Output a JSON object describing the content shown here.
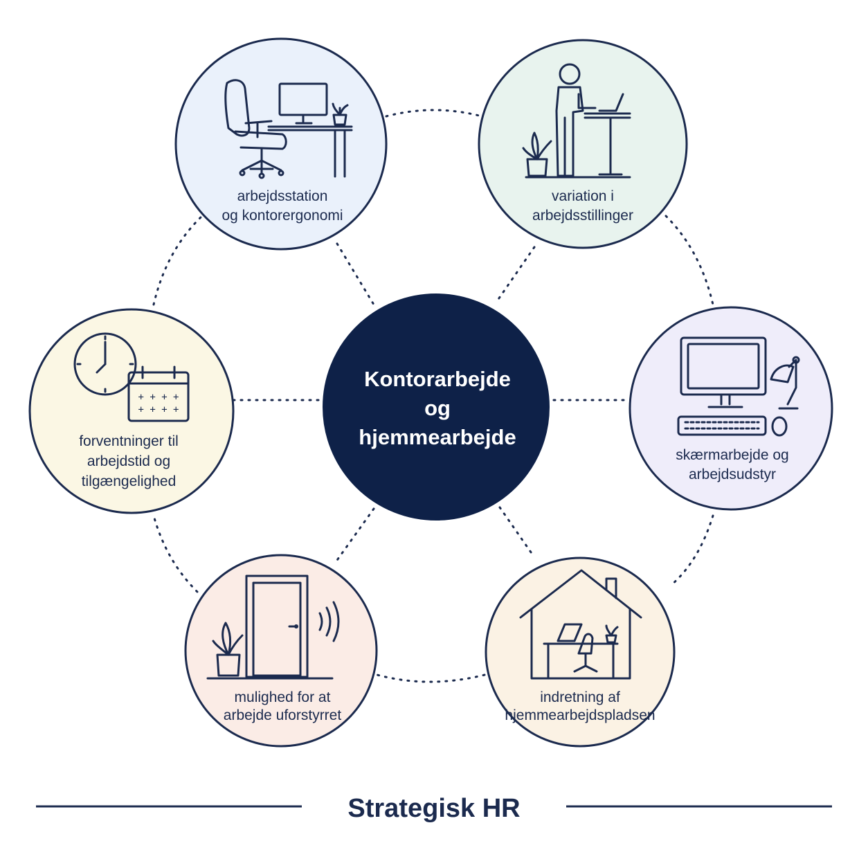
{
  "center": {
    "lines": [
      "Kontorarbejde",
      "og",
      "hjemmearbejde"
    ]
  },
  "nodes": [
    {
      "id": "workstation",
      "lines": [
        "arbejdsstation",
        "og kontorergonomi"
      ],
      "icon": "office-chair-desk-icon",
      "fill": "#eaf1fb"
    },
    {
      "id": "postures",
      "lines": [
        "variation i",
        "arbejdsstillinger"
      ],
      "icon": "standing-desk-icon",
      "fill": "#e8f3ee"
    },
    {
      "id": "screen",
      "lines": [
        "skærmarbejde og",
        "arbejdsudstyr"
      ],
      "icon": "monitor-keyboard-icon",
      "fill": "#efedfa"
    },
    {
      "id": "homeoffice",
      "lines": [
        "indretning af",
        "hjemmearbejdspladsen"
      ],
      "icon": "house-desk-icon",
      "fill": "#fbf2e4"
    },
    {
      "id": "undisturbed",
      "lines": [
        "mulighed for at",
        "arbejde uforstyrret"
      ],
      "icon": "closed-door-icon",
      "fill": "#fbece6"
    },
    {
      "id": "availability",
      "lines": [
        "forventninger til",
        "arbejdstid og",
        "tilgængelighed"
      ],
      "icon": "clock-calendar-icon",
      "fill": "#fbf7e4"
    }
  ],
  "footer": {
    "title": "Strategisk HR"
  },
  "colors": {
    "navy": "#0e2148",
    "ink": "#1b2a4e",
    "white": "#ffffff"
  }
}
